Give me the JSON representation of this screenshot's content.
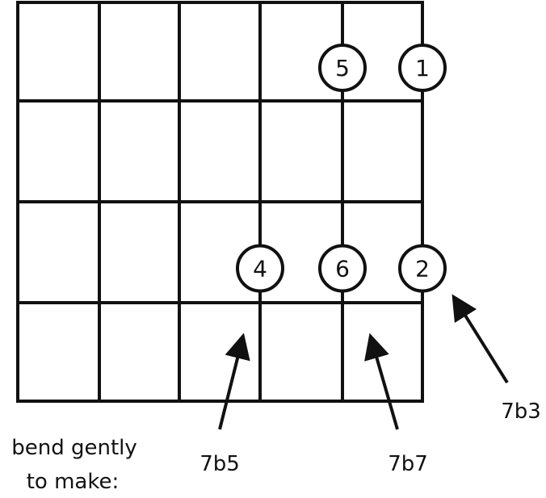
{
  "diagram": {
    "type": "guitar-fretboard",
    "strings": 6,
    "frets": 4,
    "notes": [
      {
        "label": "5",
        "string": 5,
        "fret": 1
      },
      {
        "label": "1",
        "string": 6,
        "fret": 1
      },
      {
        "label": "4",
        "string": 4,
        "fret": 3
      },
      {
        "label": "6",
        "string": 5,
        "fret": 3
      },
      {
        "label": "2",
        "string": 6,
        "fret": 3
      }
    ],
    "annotations": [
      {
        "label": "7b5",
        "target_note": "4"
      },
      {
        "label": "7b7",
        "target_note": "6"
      },
      {
        "label": "7b3",
        "target_note": "2"
      }
    ],
    "caption_line1": "bend gently",
    "caption_line2": "to make:",
    "line_color": "#111111"
  }
}
